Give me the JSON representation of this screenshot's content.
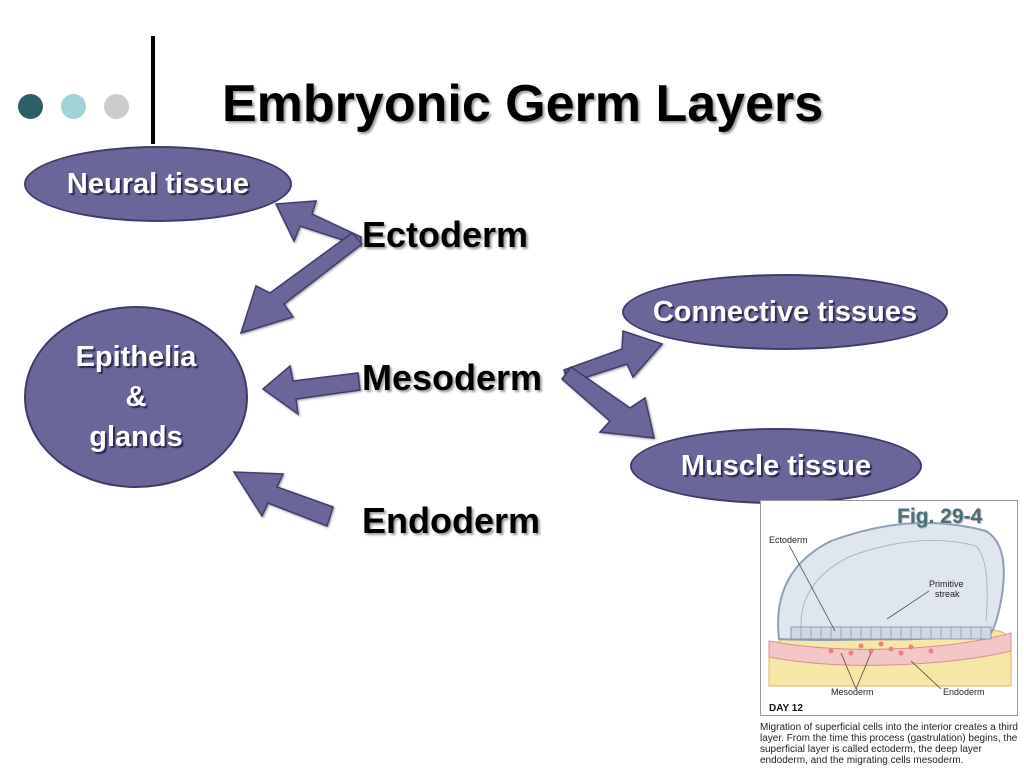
{
  "title": "Embryonic Germ Layers",
  "layers": {
    "ectoderm": "Ectoderm",
    "mesoderm": "Mesoderm",
    "endoderm": "Endoderm"
  },
  "tissues": {
    "neural": "Neural tissue",
    "epithelia_line1": "Epithelia",
    "epithelia_line2": "&",
    "epithelia_line3": "glands",
    "connective": "Connective tissues",
    "muscle": "Muscle tissue"
  },
  "figure": {
    "label": "Fig. 29-4",
    "ectoderm": "Ectoderm",
    "primitive_streak_1": "Primitive",
    "primitive_streak_2": "streak",
    "mesoderm": "Mesoderm",
    "endoderm": "Endoderm",
    "day": "DAY 12",
    "caption": "Migration of superficial cells into the interior creates a third layer. From the time this process (gastrulation) begins, the superficial layer is called ectoderm, the deep layer endoderm, and the migrating cells mesoderm."
  },
  "colors": {
    "ellipse_fill": "#6a6699",
    "arrow_fill": "#6a6699",
    "dot1": "#2f5f66",
    "dot2": "#9fd3d8",
    "dot3": "#cccccc"
  }
}
